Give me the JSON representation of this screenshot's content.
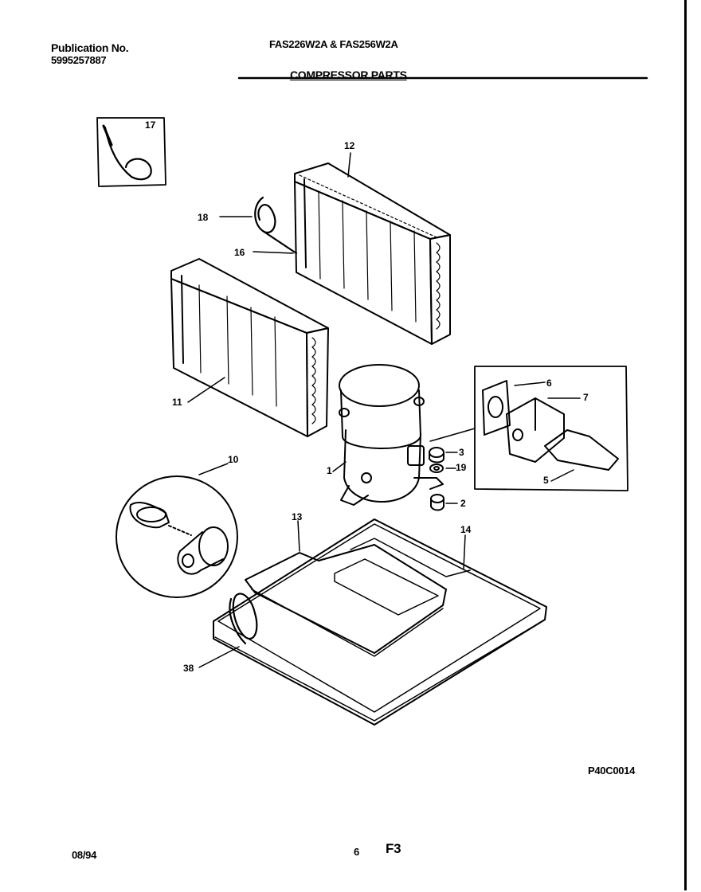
{
  "header": {
    "publication_label": "Publication No.",
    "publication_number": "5995257887",
    "models": "FAS226W2A & FAS256W2A",
    "section_title": "COMPRESSOR PARTS"
  },
  "callouts": {
    "c17": "17",
    "c12": "12",
    "c18": "18",
    "c16": "16",
    "c11": "11",
    "c6": "6",
    "c7": "7",
    "c3": "3",
    "c19": "19",
    "c1": "1",
    "c5": "5",
    "c10": "10",
    "c2": "2",
    "c13": "13",
    "c14": "14",
    "c38": "38"
  },
  "footer": {
    "drawing_code": "P40C0014",
    "date": "08/94",
    "page_number": "6",
    "figure": "F3"
  }
}
